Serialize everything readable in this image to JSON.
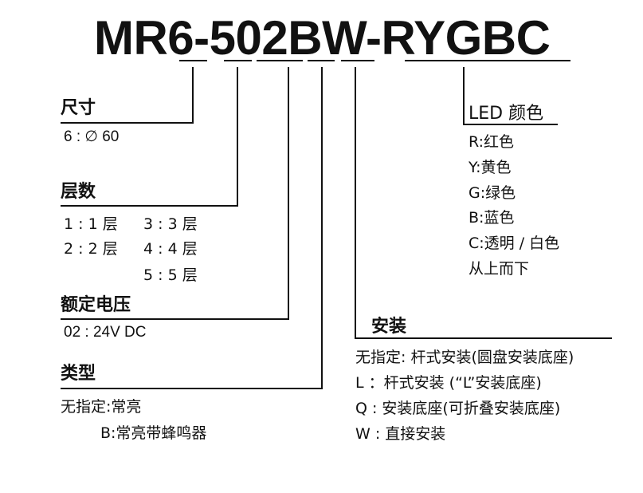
{
  "model_code": "MR6-502BW-RYGBC",
  "size": {
    "heading": "尺寸",
    "value": "6 : ∅ 60"
  },
  "layers": {
    "heading": "层数",
    "items": [
      "1 : 1 层",
      "3 : 3 层",
      "2 : 2 层",
      "4 : 4 层",
      "5 : 5 层"
    ]
  },
  "voltage": {
    "heading": "额定电压",
    "value": "02 : 24V DC"
  },
  "type": {
    "heading": "类型",
    "items": [
      "无指定:常亮",
      "B:常亮带蜂鸣器"
    ]
  },
  "mounting": {
    "heading": "安装",
    "items": [
      "无指定: 杆式安装(圆盘安装底座)",
      "L ：杆式安装 (“L”安装底座)",
      "Q : 安装底座(可折叠安装底座)",
      "W : 直接安装"
    ]
  },
  "led_color": {
    "heading": "LED 颜色",
    "items": [
      "R:红色",
      "Y:黄色",
      "G:绿色",
      "B:蓝色",
      "C:透明 / 白色",
      "从上而下"
    ]
  }
}
